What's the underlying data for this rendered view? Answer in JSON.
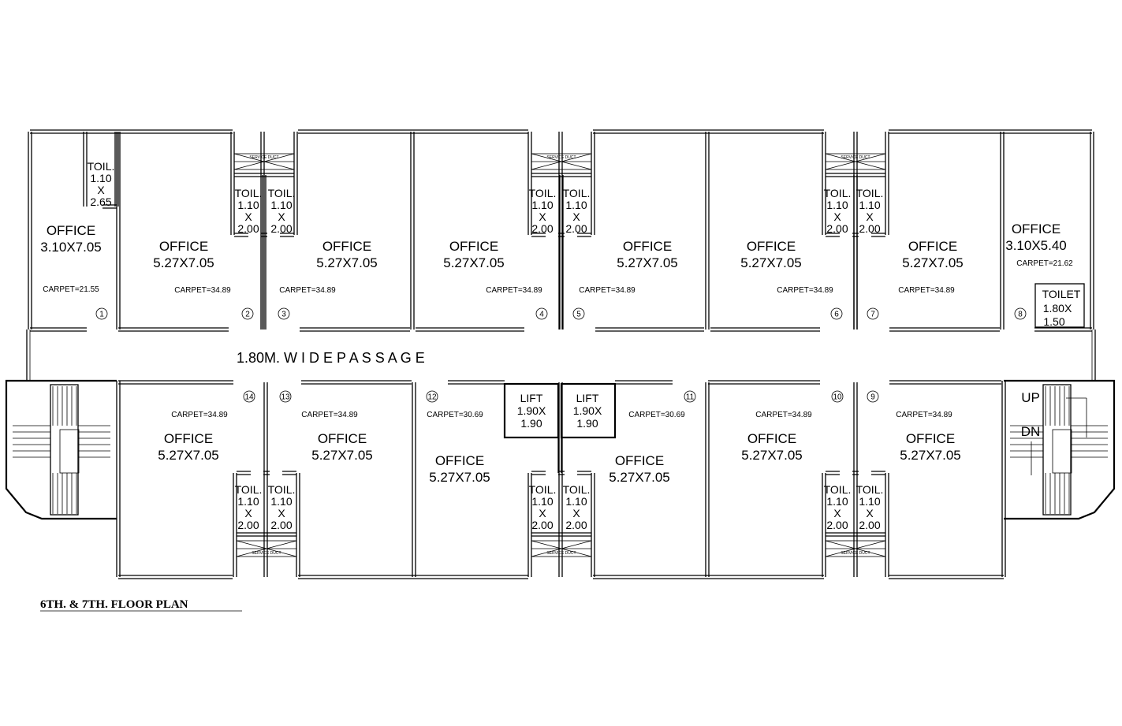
{
  "title": "6TH. & 7TH. FLOOR PLAN",
  "passage_label": "1.80M.  W I D E    P A S S A G E",
  "stair_labels": {
    "up": "UP",
    "dn": "DN"
  },
  "shaft_label": "SERVICE DUCT",
  "offices": [
    {
      "no": "1",
      "name": "OFFICE",
      "dim": "3.10X7.05",
      "carpet": "CARPET=21.55"
    },
    {
      "no": "2",
      "name": "OFFICE",
      "dim": "5.27X7.05",
      "carpet": "CARPET=34.89"
    },
    {
      "no": "3",
      "name": "OFFICE",
      "dim": "5.27X7.05",
      "carpet": "CARPET=34.89"
    },
    {
      "no": "4",
      "name": "OFFICE",
      "dim": "5.27X7.05",
      "carpet": "CARPET=34.89"
    },
    {
      "no": "5",
      "name": "OFFICE",
      "dim": "5.27X7.05",
      "carpet": "CARPET=34.89"
    },
    {
      "no": "6",
      "name": "OFFICE",
      "dim": "5.27X7.05",
      "carpet": "CARPET=34.89"
    },
    {
      "no": "7",
      "name": "OFFICE",
      "dim": "5.27X7.05",
      "carpet": "CARPET=34.89"
    },
    {
      "no": "8",
      "name": "OFFICE",
      "dim": "3.10X5.40",
      "carpet": "CARPET=21.62"
    },
    {
      "no": "9",
      "name": "OFFICE",
      "dim": "5.27X7.05",
      "carpet": "CARPET=34.89"
    },
    {
      "no": "10",
      "name": "OFFICE",
      "dim": "5.27X7.05",
      "carpet": "CARPET=34.89"
    },
    {
      "no": "11",
      "name": "OFFICE",
      "dim": "5.27X7.05",
      "carpet": "CARPET=30.69"
    },
    {
      "no": "12",
      "name": "OFFICE",
      "dim": "5.27X7.05",
      "carpet": "CARPET=30.69"
    },
    {
      "no": "13",
      "name": "OFFICE",
      "dim": "5.27X7.05",
      "carpet": "CARPET=34.89"
    },
    {
      "no": "14",
      "name": "OFFICE",
      "dim": "5.27X7.05",
      "carpet": "CARPET=34.89"
    }
  ],
  "toilet_small": {
    "name": "TOIL.",
    "w": "1.10",
    "x": "X",
    "h": "2.00"
  },
  "toilet_first": {
    "name": "TOIL.",
    "w": "1.10",
    "x": "X",
    "h": "2.65"
  },
  "toilet_large": {
    "name": "TOILET",
    "w": "1.80X",
    "h": "1.50"
  },
  "lift": {
    "name": "LIFT",
    "w": "1.90X",
    "h": "1.90"
  }
}
